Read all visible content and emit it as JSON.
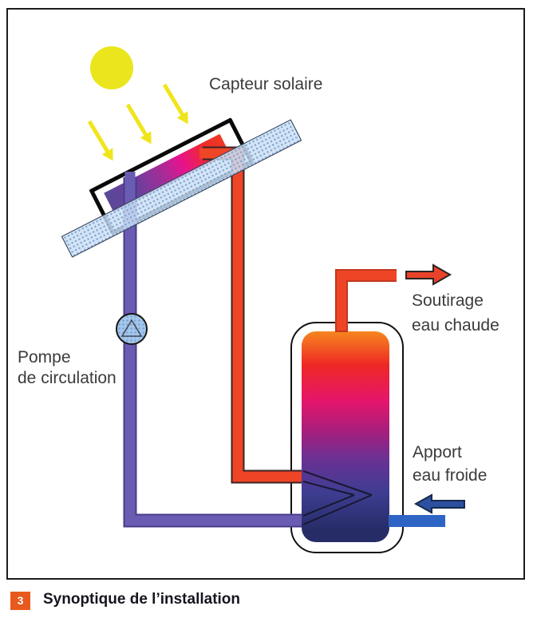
{
  "figure": {
    "labels": {
      "collector": "Capteur solaire",
      "pump": [
        "Pompe",
        "de circulation"
      ],
      "hot_water": [
        "Soutirage",
        "eau chaude"
      ],
      "cold_water": [
        "Apport",
        "eau froide"
      ]
    },
    "caption": {
      "number": "3",
      "title": "Synoptique de l’installation"
    },
    "icons": [
      "sun-icon",
      "sun-ray-arrow-icon",
      "pump-icon",
      "hot-water-arrow-icon",
      "cold-water-arrow-icon"
    ],
    "colors": {
      "sun": "#ebe51e",
      "sun_rays": "#f0e51c",
      "roof_panel": "#cee1f4",
      "roof_dots": "#7da5d2",
      "collector_frame": "#0a0a0a",
      "absorber_gradient": [
        "#5b4897",
        "#a92b98",
        "#e8128d",
        "#ee2c24"
      ],
      "hot_pipe": "#ee4526",
      "hot_pipe_outline": "#3a2426",
      "return_pipe": "#6a5cb2",
      "return_pipe_outline": "#4a3b8a",
      "hot_arrow": "#e8432a",
      "cold_inlet_pipe": "#2e64c4",
      "cold_arrow": "#2b509f",
      "tank_gradient": [
        "#f6861f",
        "#ee2824",
        "#e5156b",
        "#a81e7c",
        "#6d3094",
        "#3f3d92",
        "#252c66"
      ],
      "caption_badge": "#e8591d",
      "label_text": "#3b3b3b"
    }
  }
}
